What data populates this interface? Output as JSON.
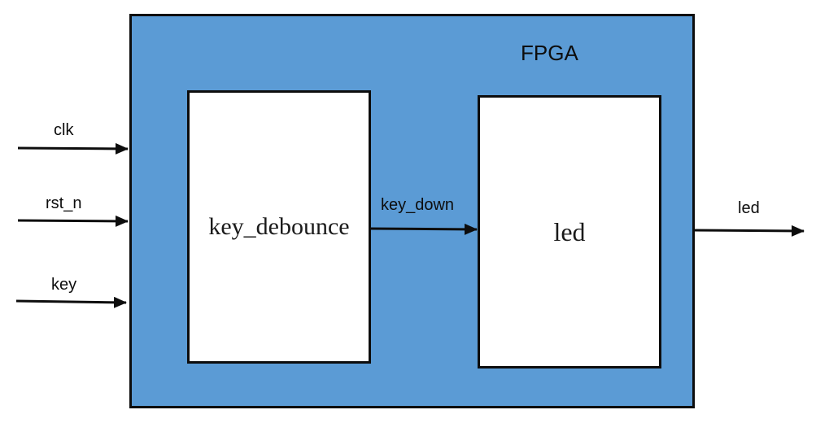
{
  "diagram": {
    "container_label": "FPGA",
    "modules": {
      "debounce": "key_debounce",
      "led": "led"
    },
    "inputs": [
      "clk",
      "rst_n",
      "key"
    ],
    "internal_signal": "key_down",
    "output": "led"
  },
  "colors": {
    "fpga_fill": "#5b9bd5",
    "module_fill": "#ffffff",
    "stroke": "#0d0d0d"
  }
}
